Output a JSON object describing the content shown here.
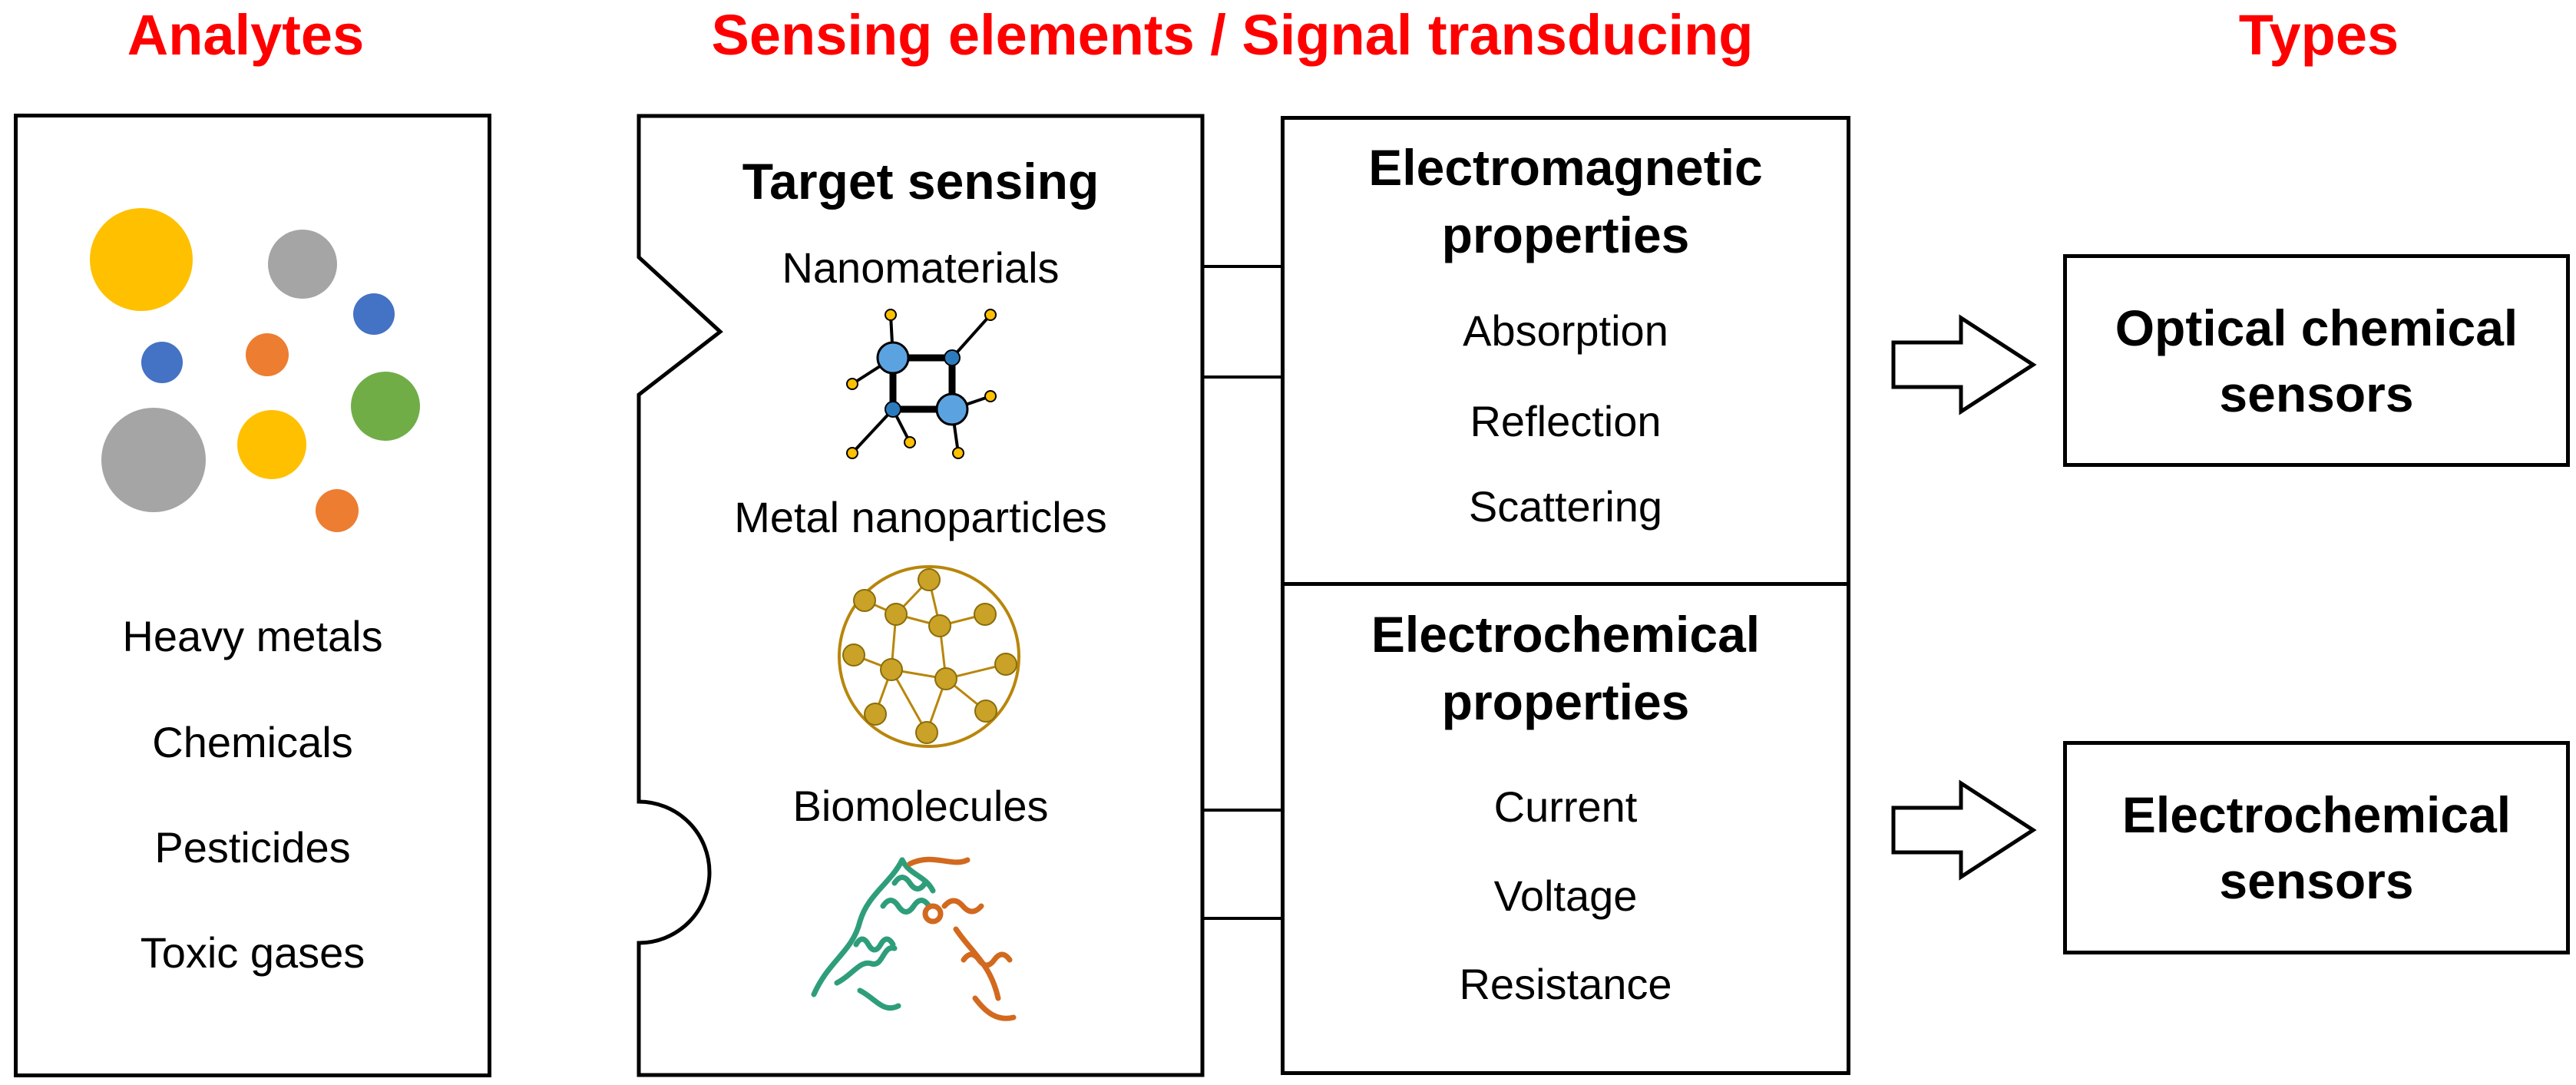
{
  "headers": {
    "analytes": "Analytes",
    "sensing": "Sensing elements / Signal transducing",
    "types": "Types"
  },
  "analytes": {
    "items": [
      "Heavy  metals",
      "Chemicals",
      "Pesticides",
      "Toxic gases"
    ]
  },
  "sensing": {
    "title": "Target sensing",
    "nanomaterials": "Nanomaterials",
    "metal_nanoparticles": "Metal nanoparticles",
    "biomolecules": "Biomolecules"
  },
  "electromagnetic": {
    "title_line1": "Electromagnetic",
    "title_line2": "properties",
    "items": [
      "Absorption",
      "Reflection",
      "Scattering"
    ]
  },
  "electrochemical": {
    "title_line1": "Electrochemical",
    "title_line2": "properties",
    "items": [
      "Current",
      "Voltage",
      "Resistance"
    ]
  },
  "types": {
    "optical_line1": "Optical  chemical",
    "optical_line2": "sensors",
    "electrochemical_line1": "Electrochemical",
    "electrochemical_line2": "sensors"
  },
  "colors": {
    "header": "#ff0000",
    "yellow": "#ffc000",
    "gray": "#a5a5a5",
    "blue": "#4472c4",
    "orange": "#ed7d31",
    "green": "#70ad47",
    "node_blue": "#5ba3e0",
    "gold": "#d4a017",
    "protein_green": "#2e9e7a",
    "protein_orange": "#d2691e"
  }
}
